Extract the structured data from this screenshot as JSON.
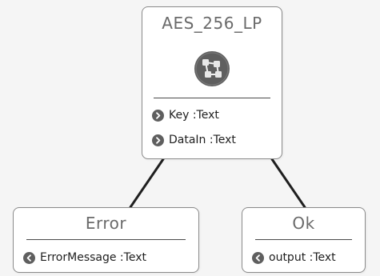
{
  "main_node": {
    "title": "AES_256_LP",
    "icon": "workflow-graph-icon",
    "inputs": [
      {
        "label": "Key :Text",
        "icon": "chevron-right-icon"
      },
      {
        "label": "DataIn :Text",
        "icon": "chevron-right-icon"
      }
    ]
  },
  "error_node": {
    "title": "Error",
    "outputs": [
      {
        "label": "ErrorMessage :Text",
        "icon": "chevron-left-icon"
      }
    ]
  },
  "ok_node": {
    "title": "Ok",
    "outputs": [
      {
        "label": "output :Text",
        "icon": "chevron-left-icon"
      }
    ]
  },
  "colors": {
    "icon_fill": "#5f5f5f",
    "border": "#8a8a8a",
    "background": "#f5f5f5",
    "connector": "#1f1f1f"
  }
}
